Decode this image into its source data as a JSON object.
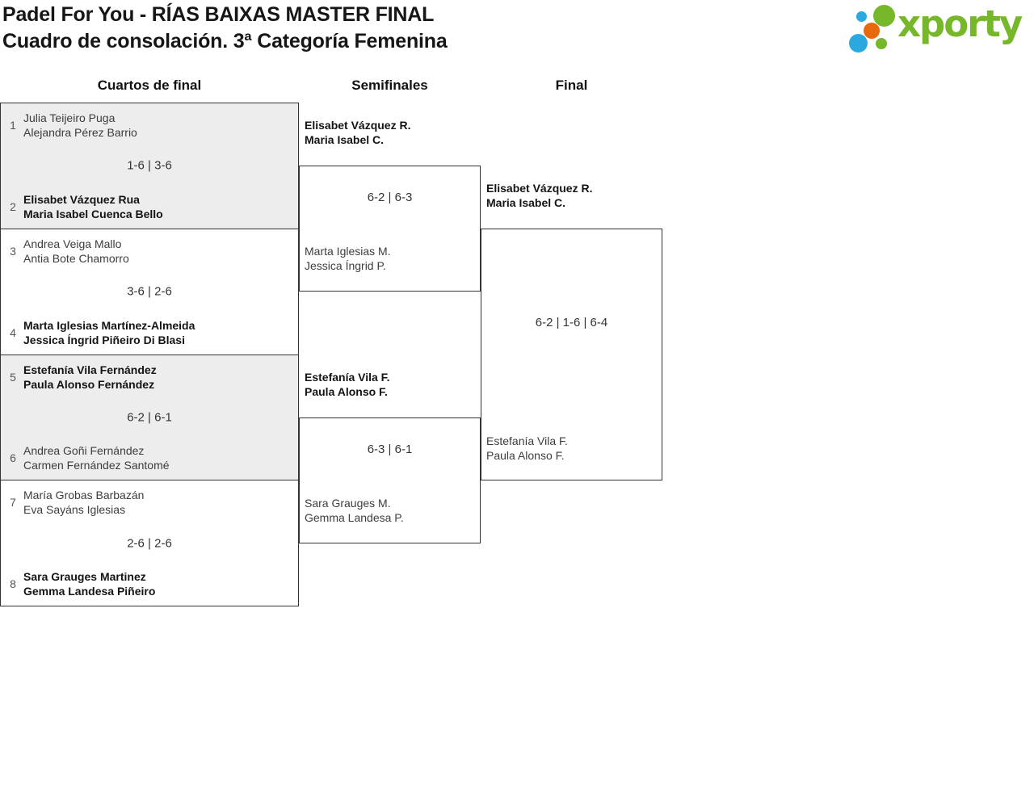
{
  "title": {
    "line1": "Padel For You - RÍAS BAIXAS MASTER FINAL",
    "line2": "Cuadro de consolación. 3ª Categoría Femenina"
  },
  "logo": {
    "text": "xporty"
  },
  "colors": {
    "logo_green": "#76b82a",
    "logo_blue": "#2aa9e0",
    "logo_orange": "#e8680e",
    "box_shade": "#ededed",
    "border": "#333333"
  },
  "round_headers": [
    {
      "label": "Cuartos de final"
    },
    {
      "label": "Semifinales"
    },
    {
      "label": "Final"
    }
  ],
  "bracket": {
    "quarterfinals": [
      {
        "top": {
          "seed": "1",
          "players": [
            "Julia Teijeiro Puga",
            "Alejandra Pérez Barrio"
          ],
          "winner": false
        },
        "score": "1-6 | 3-6",
        "bottom": {
          "seed": "2",
          "players": [
            "Elisabet Vázquez Rua",
            "Maria Isabel Cuenca Bello"
          ],
          "winner": true
        }
      },
      {
        "top": {
          "seed": "3",
          "players": [
            "Andrea Veiga Mallo",
            "Antia Bote Chamorro"
          ],
          "winner": false
        },
        "score": "3-6 | 2-6",
        "bottom": {
          "seed": "4",
          "players": [
            "Marta Iglesias Martínez-Almeida",
            "Jessica Íngrid Piñeiro Di Blasi"
          ],
          "winner": true
        }
      },
      {
        "top": {
          "seed": "5",
          "players": [
            "Estefanía Vila Fernández",
            "Paula Alonso Fernández"
          ],
          "winner": true
        },
        "score": "6-2 | 6-1",
        "bottom": {
          "seed": "6",
          "players": [
            "Andrea Goñi Fernández",
            "Carmen Fernández Santomé"
          ],
          "winner": false
        }
      },
      {
        "top": {
          "seed": "7",
          "players": [
            "María Grobas Barbazán",
            "Eva Sayáns Iglesias"
          ],
          "winner": false
        },
        "score": "2-6 | 2-6",
        "bottom": {
          "seed": "8",
          "players": [
            "Sara Grauges Martinez",
            "Gemma Landesa Piñeiro"
          ],
          "winner": true
        }
      }
    ],
    "semifinals": [
      {
        "top": {
          "players": [
            "Elisabet Vázquez R.",
            "Maria Isabel C."
          ],
          "winner": true
        },
        "score": "6-2 | 6-3",
        "bottom": {
          "players": [
            "Marta Iglesias M.",
            "Jessica Íngrid P."
          ],
          "winner": false
        }
      },
      {
        "top": {
          "players": [
            "Estefanía Vila F.",
            "Paula Alonso F."
          ],
          "winner": true
        },
        "score": "6-3 | 6-1",
        "bottom": {
          "players": [
            "Sara Grauges M.",
            "Gemma Landesa P."
          ],
          "winner": false
        }
      }
    ],
    "final": {
      "top": {
        "players": [
          "Elisabet Vázquez R.",
          "Maria Isabel C."
        ],
        "winner": true
      },
      "score": "6-2 | 1-6 | 6-4",
      "bottom": {
        "players": [
          "Estefanía Vila F.",
          "Paula Alonso F."
        ],
        "winner": false
      }
    }
  }
}
